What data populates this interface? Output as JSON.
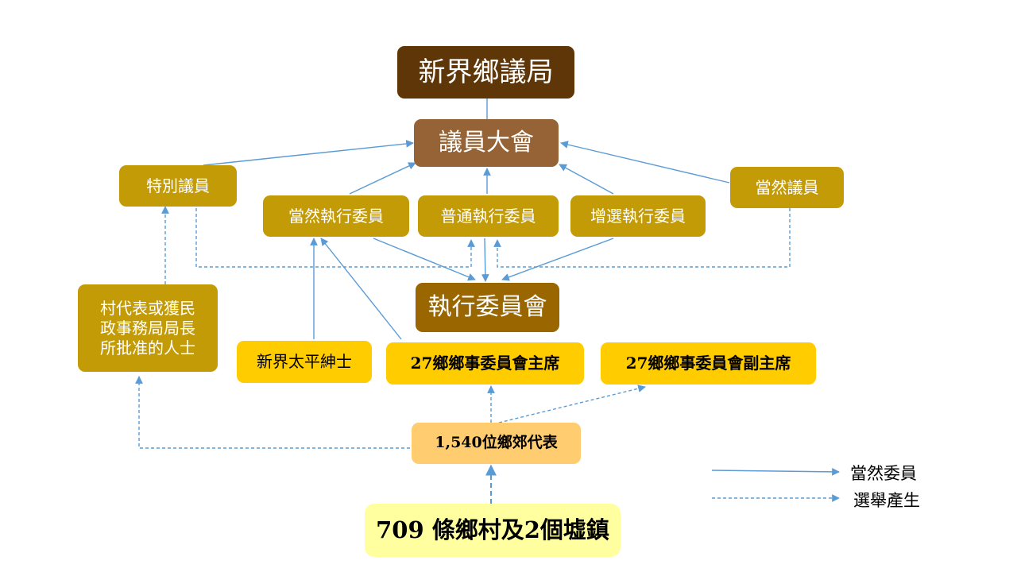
{
  "nodes": {
    "top": "新界鄉議局",
    "assembly": "議員大會",
    "special": "特別議員",
    "exofficio_member": "當然議員",
    "exofficio_exec": "當然執行委員",
    "ordinary_exec": "普通執行委員",
    "coopted_exec": "增選執行委員",
    "exec_committee": "執行委員會",
    "village_reps": "村代表或獲民政事務局局長所批准的人士",
    "gentry": "新界太平紳士",
    "chairmen": "27鄉鄉事委員會主席",
    "vice_chairmen": "27鄉鄉事委員會副主席",
    "rural_reps": "1,540位鄉郊代表",
    "villages": "709 條鄉村及2個墟鎮"
  },
  "legend": {
    "solid": "當然委員",
    "dashed": "選舉產生"
  },
  "colors": {
    "line": "#5b9bd5",
    "dark_brown": "#5f3607",
    "brown": "#956335",
    "gold": "#c39b07",
    "exec_brown": "#9a6600",
    "yellow": "#ffcc00",
    "light_orange": "#ffcc70",
    "pale_yellow": "#ffff9f"
  }
}
